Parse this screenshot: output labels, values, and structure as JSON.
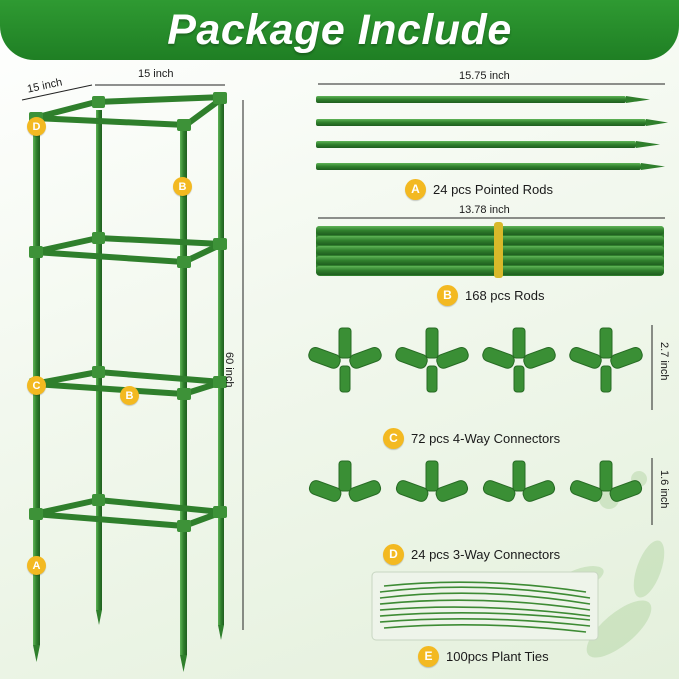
{
  "header": {
    "title": "Package Include"
  },
  "tower": {
    "width_label": "15 inch",
    "depth_label": "15 inch",
    "height_label": "60 inch",
    "markers": [
      "D",
      "B",
      "C",
      "B",
      "A"
    ]
  },
  "items": [
    {
      "letter": "A",
      "text": "24 pcs Pointed Rods",
      "dimension": "15.75 inch"
    },
    {
      "letter": "B",
      "text": "168 pcs Rods",
      "dimension": "13.78 inch"
    },
    {
      "letter": "C",
      "text": "72 pcs 4-Way Connectors",
      "dimension": "2.7 inch"
    },
    {
      "letter": "D",
      "text": "24 pcs 3-Way Connectors",
      "dimension": "1.6 inch"
    },
    {
      "letter": "E",
      "text": "100pcs Plant Ties"
    }
  ],
  "colors": {
    "banner": "#27902b",
    "rod": "#2f7f2c",
    "rod_light": "#4da446",
    "badge": "#f3b921"
  }
}
